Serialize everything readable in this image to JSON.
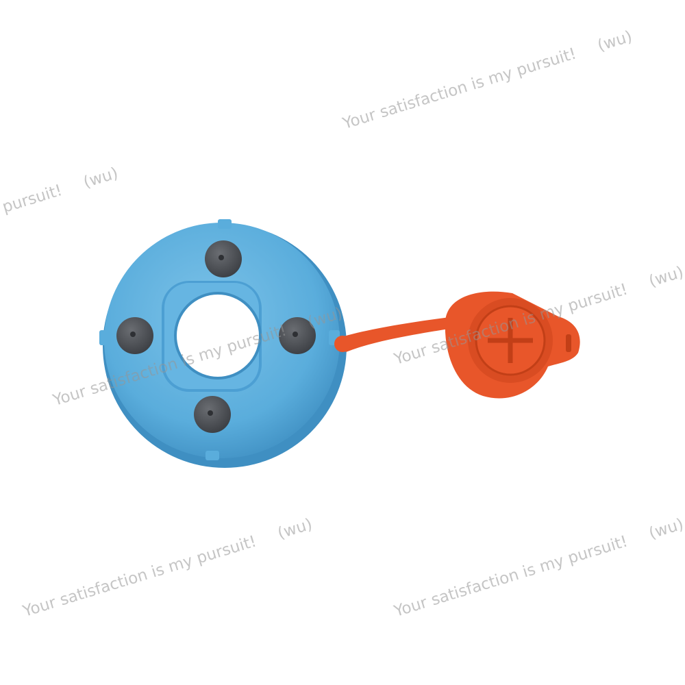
{
  "photo": {
    "subject": "blue cap with rubber plugs and tethered orange plug",
    "colors": {
      "cap_blue": "#5aaddc",
      "cap_blue_dark": "#3f8fc2",
      "cap_blue_light": "#7cc2e8",
      "plug_gray": "#4a4d52",
      "tether_orange": "#e8562a",
      "tether_orange_dark": "#c23f17"
    }
  },
  "watermark": {
    "phrase": "Your satisfaction is my pursuit!",
    "fragment": "pursuit!",
    "tag": "(wu)",
    "color": "#9a9a9a"
  }
}
